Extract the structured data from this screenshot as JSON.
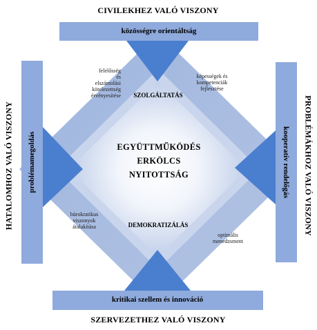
{
  "outer_labels": {
    "top": "CIVILEKHEZ VALÓ VISZONY",
    "bottom": "SZERVEZETHEZ VALÓ VISZONY",
    "left": "HATALOMHOZ VALÓ VISZONY",
    "right": "PROBLÉMÁKHOZ VALÓ VISZONY"
  },
  "bars": {
    "top": "közösségre orientáltság",
    "bottom": "kritikai szellem és innováció",
    "left": "problémamegoldás",
    "right": "kooperatív rendelőgás"
  },
  "diamond_corners": {
    "top": "SZOLGÁLTATÁS",
    "bottom": "DEMOKRATIZÁLÁS"
  },
  "notes": {
    "top_left": "felelősség\nés\nelszámolási\nkötelezettség\nérvényesítése",
    "top_right": "képességek és\nkompetenciák\nfejlesztése",
    "bottom_left": "bürokratikus\nviszonyok\nátalakítása",
    "bottom_right": "optimális\nmenedzsment"
  },
  "center": {
    "line1": "EGYÜTTMŰKÖDÉS",
    "line2": "ERKÖLCS",
    "line3": "NYITOTTSÁG"
  },
  "colors": {
    "bar": "#8faadc",
    "frame_band": "#a9bde0",
    "diamond_mid": "#c6d3ec",
    "diamond_center": "#ffffff",
    "triangle": "#4a7fcf"
  }
}
